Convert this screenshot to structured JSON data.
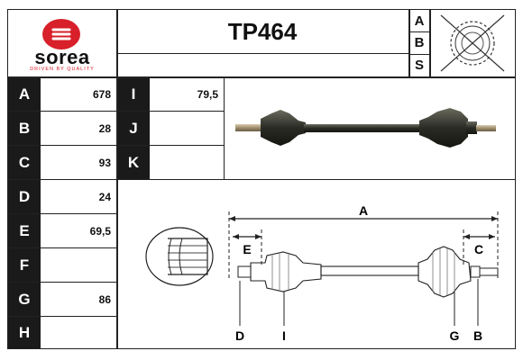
{
  "header": {
    "logo_text": "sorea",
    "logo_tagline": "DRIVEN BY QUALITY",
    "part_number": "TP464",
    "abs_letters": [
      "A",
      "B",
      "S"
    ]
  },
  "left_rows": [
    {
      "label": "A",
      "value": "678"
    },
    {
      "label": "B",
      "value": "28"
    },
    {
      "label": "C",
      "value": "93"
    },
    {
      "label": "D",
      "value": "24"
    },
    {
      "label": "E",
      "value": "69,5"
    },
    {
      "label": "F",
      "value": ""
    },
    {
      "label": "G",
      "value": "86"
    },
    {
      "label": "H",
      "value": ""
    }
  ],
  "mid_rows": [
    {
      "label": "I",
      "value": "79,5"
    },
    {
      "label": "J",
      "value": ""
    },
    {
      "label": "K",
      "value": ""
    }
  ],
  "diagram": {
    "labels": {
      "A": "A",
      "E": "E",
      "C": "C",
      "D": "D",
      "I": "I",
      "G": "G",
      "B": "B"
    }
  },
  "colors": {
    "label_bg": "#1a1a1a",
    "logo_red": "#d8202a"
  }
}
